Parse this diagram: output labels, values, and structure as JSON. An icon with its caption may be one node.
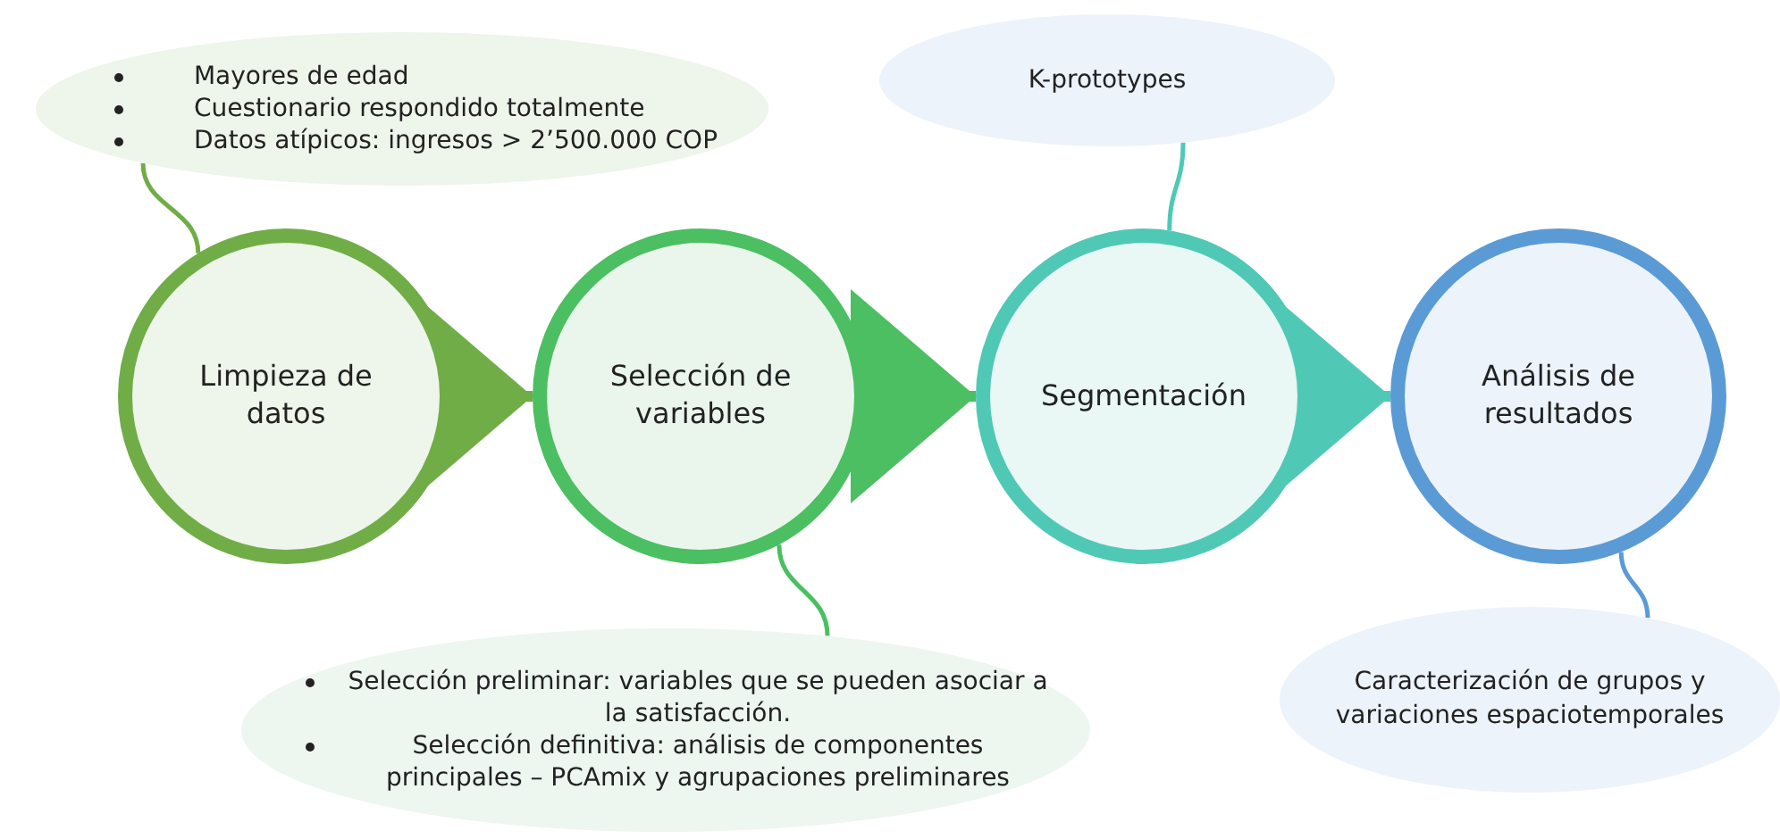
{
  "diagram": {
    "nodes": [
      {
        "text": [
          "Limpieza de datos"
        ]
      },
      {
        "text": [
          "Selección de variables"
        ]
      },
      {
        "text": [
          "Segmentación"
        ]
      },
      {
        "text": [
          "Análisis de resultados"
        ]
      },
      {
        "text": [
          "Mayores de edad",
          "Cuestionario respondido totalmente",
          "Datos atípicos: ingresos > 2’500.000 COP"
        ]
      },
      {
        "text": [
          "K-prototypes"
        ]
      },
      {
        "text": [
          "Selección preliminar: variables que se pueden asociar a la satisfacción.",
          "Selección definitiva: análisis de componentes principales – PCAmix y agrupaciones preliminares"
        ]
      },
      {
        "text": [
          "Caracterización de grupos y variaciones espaciotemporales"
        ]
      }
    ],
    "edges": [
      {
        "from": 0,
        "to": 1,
        "arrow": "to",
        "style": "thick",
        "color": "#70ad47"
      },
      {
        "from": 1,
        "to": 2,
        "arrow": "to",
        "style": "thick",
        "color": "#4bbf61"
      },
      {
        "from": 2,
        "to": 3,
        "arrow": "to",
        "style": "thick",
        "color": "#4fc9b5"
      },
      {
        "from": 4,
        "to": 0,
        "arrow": "none",
        "color": "#70ad47"
      },
      {
        "from": 5,
        "to": 2,
        "arrow": "none",
        "color": "#4fc9b5"
      },
      {
        "from": 6,
        "to": 1,
        "arrow": "none",
        "color": "#4bbf61"
      },
      {
        "from": 7,
        "to": 3,
        "arrow": "none",
        "color": "#5b9bd5"
      }
    ]
  }
}
